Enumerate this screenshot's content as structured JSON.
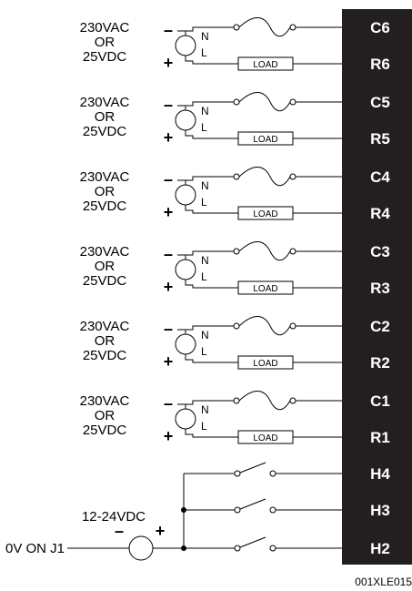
{
  "supply_text": {
    "line1": "230VAC",
    "line2": "OR",
    "line3": "25VDC",
    "minus": "–",
    "plus": "+"
  },
  "neutral_label": "N",
  "line_label": "L",
  "load_label": "LOAD",
  "circuits": [
    {
      "common": "C6",
      "relay": "R6"
    },
    {
      "common": "C5",
      "relay": "R5"
    },
    {
      "common": "C4",
      "relay": "R4"
    },
    {
      "common": "C3",
      "relay": "R3"
    },
    {
      "common": "C2",
      "relay": "R2"
    },
    {
      "common": "C1",
      "relay": "R1"
    }
  ],
  "inputs": {
    "terminals": [
      "H4",
      "H3",
      "H2"
    ],
    "supply_label": "12-24VDC",
    "ground_label": "0V ON J1",
    "minus": "–",
    "plus": "+"
  },
  "drawing_code": "001XLE015"
}
